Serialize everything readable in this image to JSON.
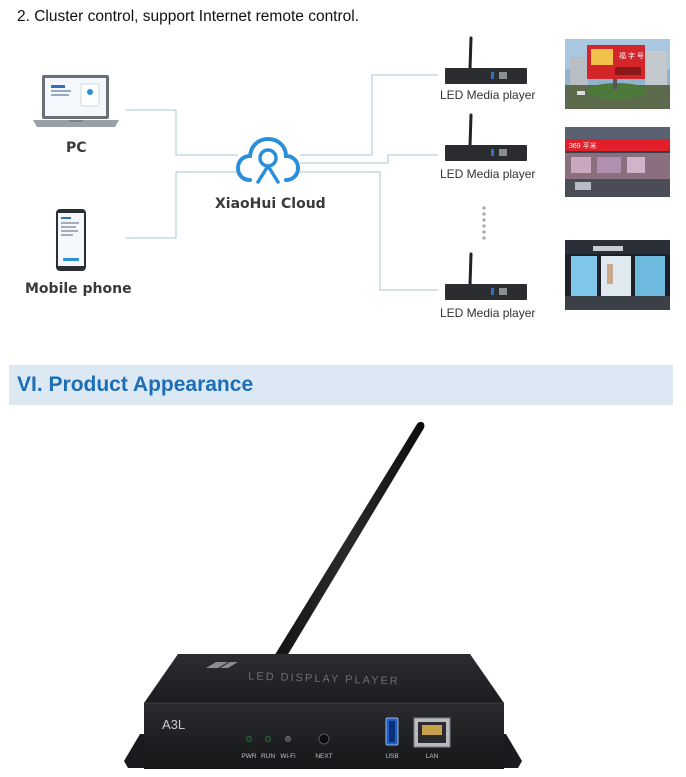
{
  "heading": "2. Cluster control, support Internet remote control.",
  "diagram": {
    "pc_label": "PC",
    "phone_label": "Mobile phone",
    "cloud_label": "XiaoHui Cloud",
    "player_label": "LED Media player",
    "photo1_sign": "福 字 号",
    "photo2_sign": "369 平米"
  },
  "section": {
    "title": "VI. Product Appearance"
  },
  "product": {
    "model": "A3L",
    "top_text": "LED DISPLAY PLAYER",
    "led_labels": [
      "PWR",
      "RUN",
      "Wi-Fi"
    ],
    "next_label": "NEXT",
    "usb_label": "USB",
    "lan_label": "LAN"
  },
  "colors": {
    "accent": "#1c6eb6",
    "section_bg": "#dce9f5",
    "cloud": "#2a8fd8",
    "line": "#a9c4d6"
  }
}
